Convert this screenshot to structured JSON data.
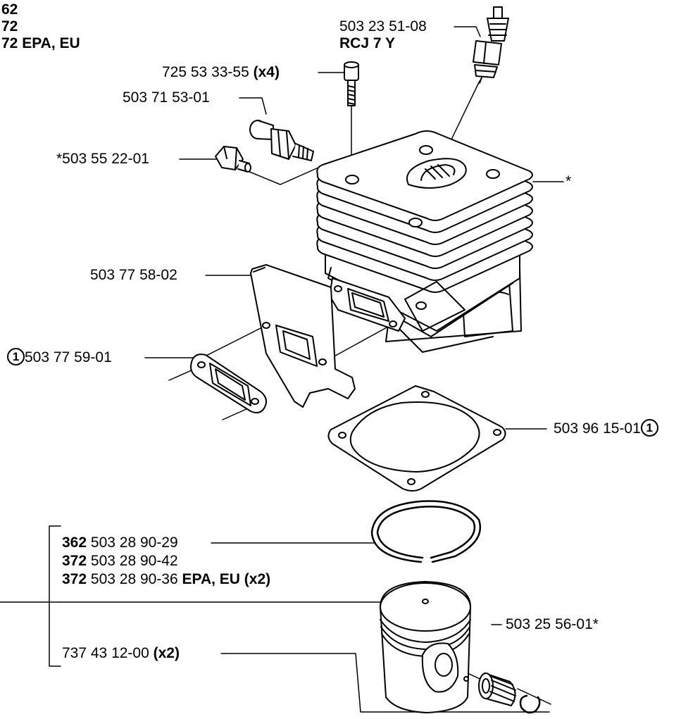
{
  "models": [
    "62",
    "72",
    "72 EPA, EU"
  ],
  "spark_plug": {
    "part": "503 23 51-08",
    "type": "RCJ 7 Y"
  },
  "screw": {
    "part": "725 53 33-55",
    "qty": "(x4)"
  },
  "valve": {
    "part": "503 71 53-01"
  },
  "plug": {
    "part": "*503 55 22-01"
  },
  "cylinder": {
    "mark": "*"
  },
  "plate": {
    "part": "503 77 58-02"
  },
  "exhaust_gasket": {
    "marker": "1",
    "part": "503 77 59-01"
  },
  "base_gasket": {
    "part": "503 96 15-01",
    "marker": "1"
  },
  "rings": [
    {
      "model": "362",
      "part": "503 28 90-29",
      "note": ""
    },
    {
      "model": "372",
      "part": "503 28 90-42",
      "note": ""
    },
    {
      "model": "372",
      "part": "503 28 90-36",
      "note": "EPA, EU (x2)"
    }
  ],
  "bearing": {
    "part": "503 25 56-01*"
  },
  "circlip": {
    "part": "737 43 12-00",
    "qty": "(x2)"
  }
}
